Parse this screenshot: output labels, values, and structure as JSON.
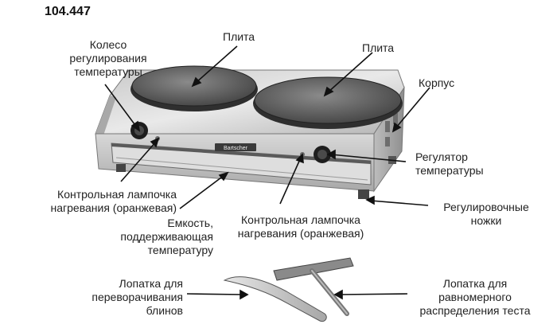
{
  "model_number": "104.447",
  "brand_plate": "Bartscher",
  "labels": {
    "wheel_regulator": "Колесо\nрегулирования\nтемпературы",
    "plate_left": "Плита",
    "plate_right": "Плита",
    "body": "Корпус",
    "temp_regulator": "Регулятор\nтемпературы",
    "adjust_feet": "Регулировочные\nножки",
    "lamp_left": "Контрольная лампочка\nнагревания (оранжевая)",
    "lamp_right": "Контрольная лампочка\nнагревания (оранжевая)",
    "container": "Емкость,\nподдерживающая\nтемпературу",
    "turning_spatula": "Лопатка для\nпереворачивания\nблинов",
    "spreader": "Лопатка для\nравномерного\nраспределения теста"
  }
}
